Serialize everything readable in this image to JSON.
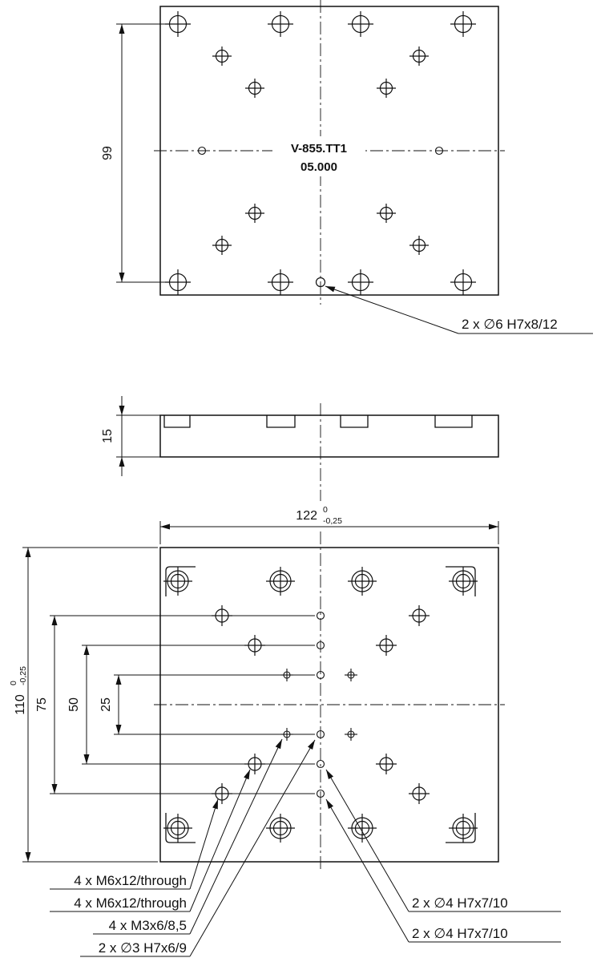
{
  "part": {
    "name": "V-855.TT1",
    "number": "05.000"
  },
  "top_view": {
    "dim_height": "99",
    "callout_dowel6": "2 x ∅6 H7x8/12"
  },
  "side_view": {
    "dim_thickness": "15"
  },
  "bottom_view": {
    "dim_width": "122",
    "dim_width_tol_upper": "0",
    "dim_width_tol_lower": "-0,25",
    "dim_height": "110",
    "dim_height_tol_upper": "0",
    "dim_height_tol_lower": "-0,25",
    "dim_75": "75",
    "dim_50": "50",
    "dim_25": "25"
  },
  "callouts": {
    "left": [
      "4 x M6x12/through",
      "4 x M6x12/through",
      "4 x M3x6/8,5",
      "2 x ∅3 H7x6/9"
    ],
    "right": [
      "2 x ∅4 H7x7/10",
      "2 x ∅4 H7x7/10"
    ]
  }
}
